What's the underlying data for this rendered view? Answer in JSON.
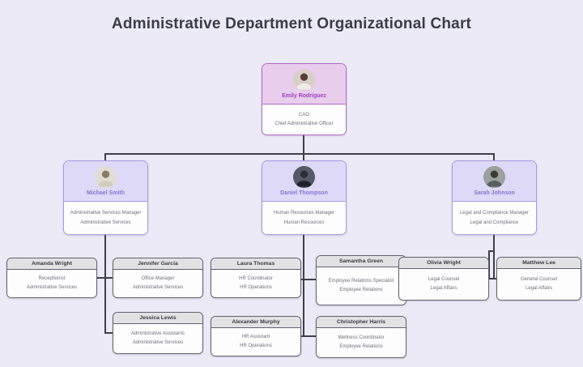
{
  "title": "Administrative Department Organizational Chart",
  "theme": {
    "background": "#ebeaf6",
    "executive_accent": "#b668c9",
    "executive_header_bg": "#e8cdec",
    "executive_name_color": "#a23ec0",
    "manager_accent": "#a89ae2",
    "manager_header_bg": "#ded9f7",
    "manager_name_color": "#8377d2",
    "staff_accent": "#62626f",
    "staff_header_bg": "#e2e2e5",
    "connector_color": "#3f3f4c"
  },
  "root": {
    "name": "Emily Rodriguez",
    "title": "CAO",
    "department": "Chief Administrative Officer"
  },
  "managers": [
    {
      "name": "Michael Smith",
      "title": "Administrative Services Manager",
      "department": "Administrative Services"
    },
    {
      "name": "Daniel Thompson",
      "title": "Human Resources Manager",
      "department": "Human Resources"
    },
    {
      "name": "Sarah Johnson",
      "title": "Legal and Compliance Manager",
      "department": "Legal and Compliance"
    }
  ],
  "staff": {
    "administrative": [
      {
        "name": "Amanda Wright",
        "title": "Receptionist",
        "department": "Administrative Services"
      },
      {
        "name": "Jennifer Garcia",
        "title": "Office Manager",
        "department": "Administrative Services"
      },
      {
        "name": "Jessica Lewis",
        "title": "Administrative Assistants",
        "department": "Administrative Services"
      }
    ],
    "human_resources": [
      {
        "name": "Laura Thomas",
        "title": "HR Coordinator",
        "department": "HR Operations"
      },
      {
        "name": "Samantha Green",
        "title": "Employee Relations Specialist",
        "department": "Employee Relations"
      },
      {
        "name": "Alexander Murphy",
        "title": "HR Assistant",
        "department": "HR Operations"
      },
      {
        "name": "Christopher Harris",
        "title": "Wellness Coordinator",
        "department": "Employee Relations"
      }
    ],
    "legal": [
      {
        "name": "Olivia Wright",
        "title": "Legal Counsel",
        "department": "Legal Affairs"
      },
      {
        "name": "Matthew Lee",
        "title": "General Counsel",
        "department": "Legal Affairs"
      }
    ]
  }
}
